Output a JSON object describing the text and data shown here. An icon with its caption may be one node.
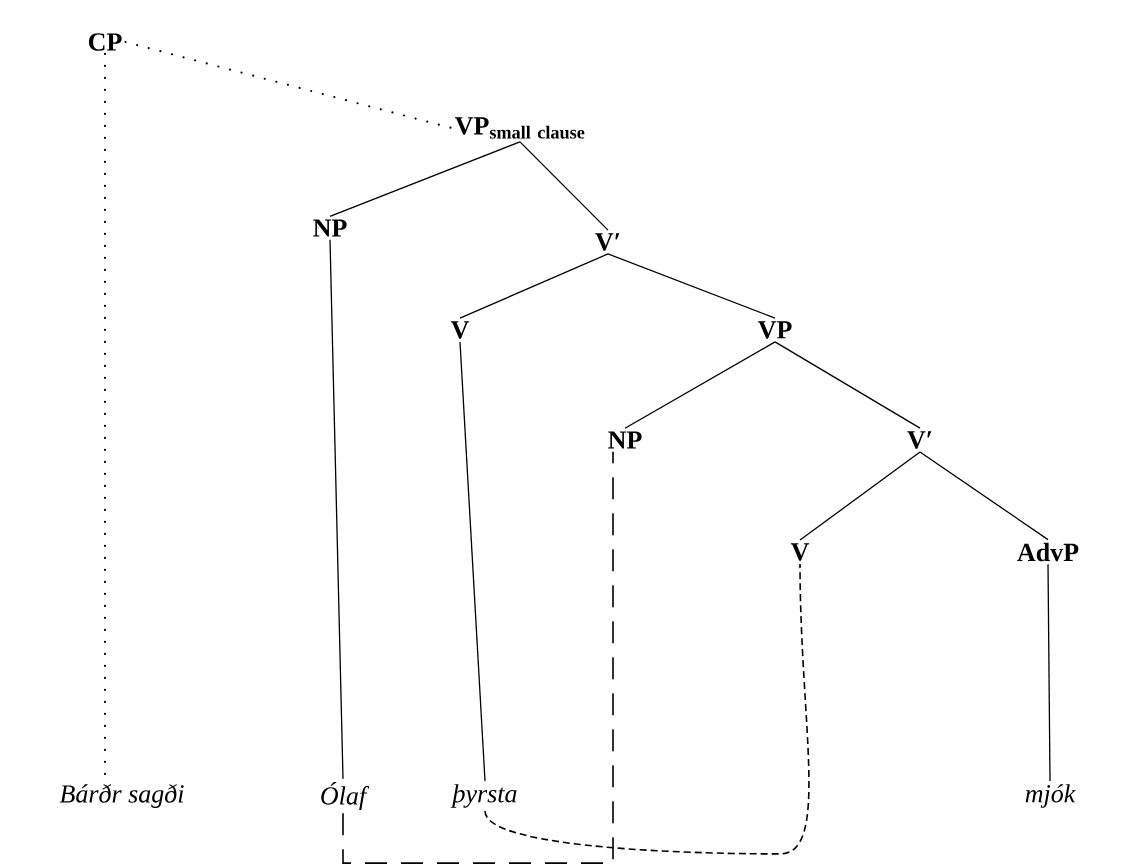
{
  "diagram": {
    "nodes": [
      {
        "text": [
          "CP"
        ]
      },
      {
        "text": [
          "\\mathbf{VP}_{\\mathbf{small\\ clause}}"
        ]
      },
      {
        "text": [
          "NP"
        ]
      },
      {
        "text": [
          "V′"
        ]
      },
      {
        "text": [
          "V"
        ]
      },
      {
        "text": [
          "VP"
        ]
      },
      {
        "text": [
          "NP"
        ]
      },
      {
        "text": [
          "V′"
        ]
      },
      {
        "text": [
          "V"
        ]
      },
      {
        "text": [
          "AdvP"
        ]
      },
      {
        "text": [
          "Bárðr sagði"
        ]
      },
      {
        "text": [
          "Ólaf"
        ]
      },
      {
        "text": [
          "þyrsta"
        ]
      },
      {
        "text": [
          "mjók"
        ]
      }
    ],
    "edges": [
      {
        "from": 0,
        "to": 1,
        "arrow": "none",
        "style": "dashed"
      },
      {
        "from": 0,
        "to": 10,
        "arrow": "none",
        "style": "dashed"
      },
      {
        "from": 1,
        "to": 2,
        "arrow": "none"
      },
      {
        "from": 1,
        "to": 3,
        "arrow": "none"
      },
      {
        "from": 3,
        "to": 4,
        "arrow": "none"
      },
      {
        "from": 3,
        "to": 5,
        "arrow": "none"
      },
      {
        "from": 5,
        "to": 6,
        "arrow": "none"
      },
      {
        "from": 5,
        "to": 7,
        "arrow": "none"
      },
      {
        "from": 7,
        "to": 8,
        "arrow": "none"
      },
      {
        "from": 7,
        "to": 9,
        "arrow": "none"
      },
      {
        "from": 2,
        "to": 11,
        "arrow": "none"
      },
      {
        "from": 4,
        "to": 12,
        "arrow": "none"
      },
      {
        "from": 9,
        "to": 13,
        "arrow": "none"
      },
      {
        "from": 11,
        "to": 6,
        "arrow": "none",
        "style": "dashed"
      },
      {
        "from": 12,
        "to": 8,
        "arrow": "none",
        "style": "dashed"
      }
    ]
  }
}
